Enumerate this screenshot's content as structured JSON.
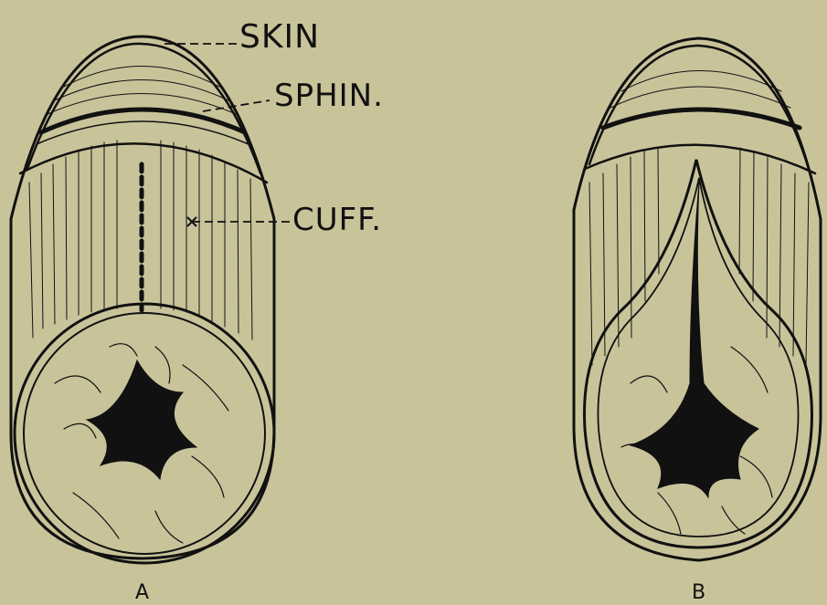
{
  "figure": {
    "labels": {
      "skin": "SKIN",
      "sphincter": "SPHIN.",
      "cuff": "CUFF."
    },
    "panels": [
      {
        "id": "A",
        "caption": "A"
      },
      {
        "id": "B",
        "caption": "B"
      }
    ],
    "colors": {
      "background": "#c9c39a",
      "ink": "#111111"
    }
  }
}
